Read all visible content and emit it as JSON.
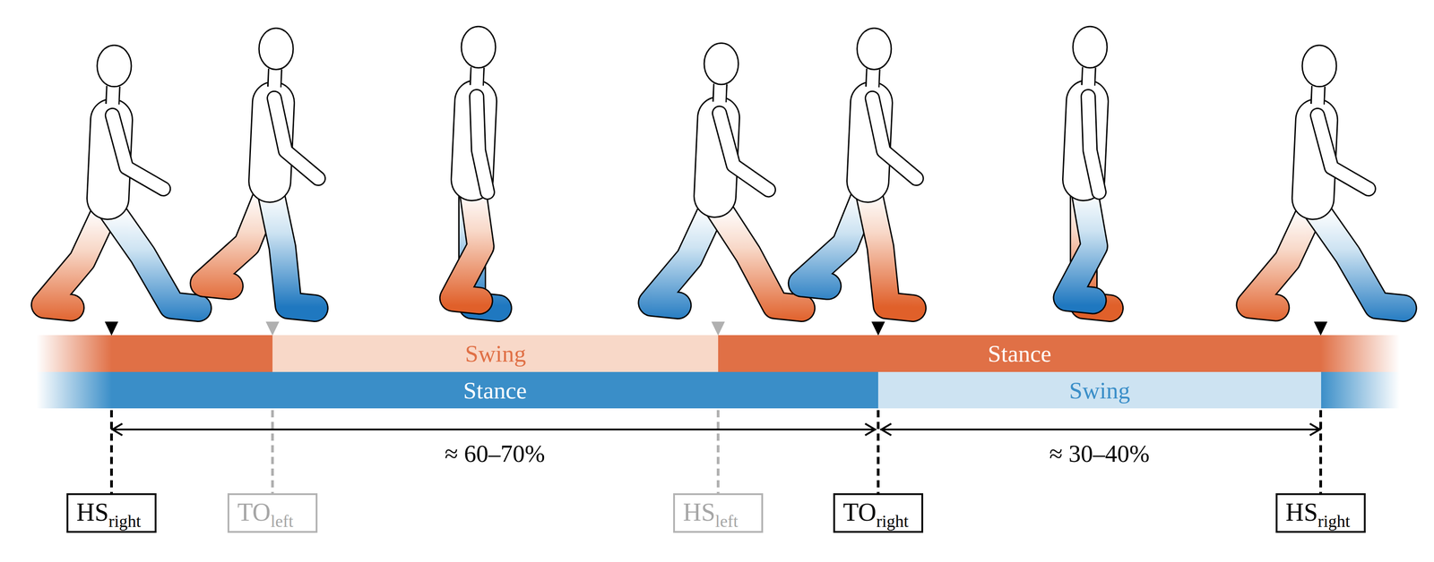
{
  "diagram": {
    "nodes": [
      {
        "text": [
          "Swing"
        ]
      },
      {
        "text": [
          "Stance"
        ]
      },
      {
        "text": [
          "Stance"
        ]
      },
      {
        "text": [
          "Swing"
        ]
      },
      {
        "text": [
          "HS",
          "right"
        ]
      },
      {
        "text": [
          "TO",
          "left"
        ]
      },
      {
        "text": [
          "HS",
          "left"
        ]
      },
      {
        "text": [
          "TO",
          "right"
        ]
      },
      {
        "text": [
          "HS",
          "right"
        ]
      }
    ],
    "labels": [
      "≈ 60–70%",
      "≈ 30–40%"
    ]
  }
}
